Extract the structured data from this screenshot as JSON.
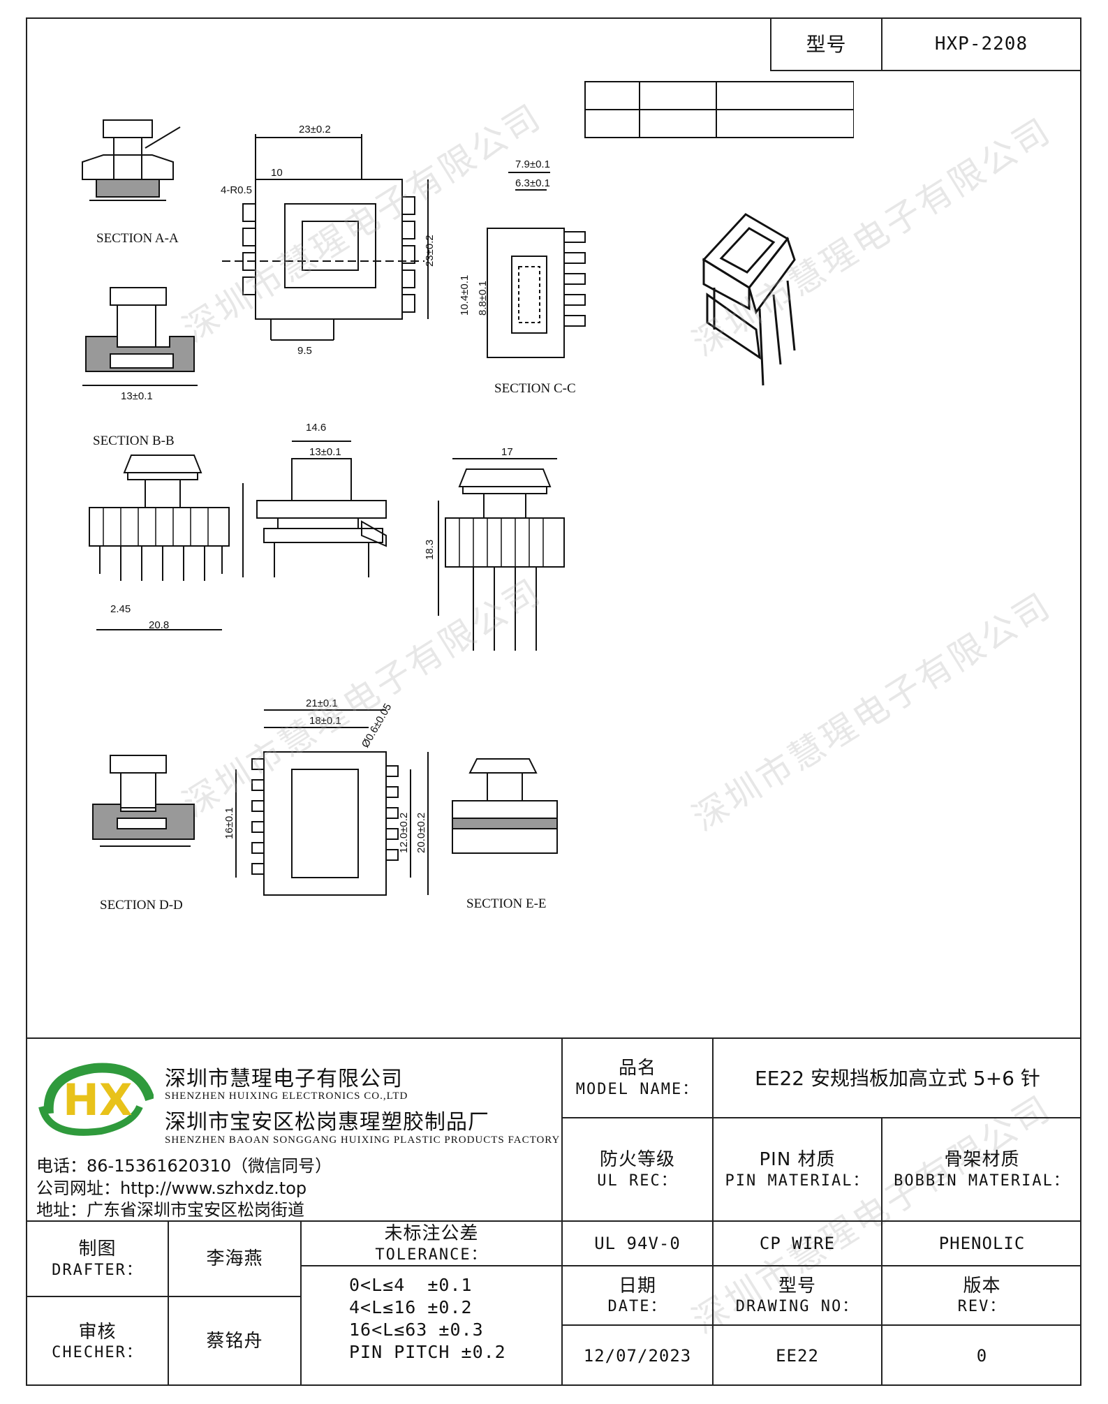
{
  "header": {
    "model_label": "型号",
    "model_value": "HXP-2208"
  },
  "sections": {
    "a": "SECTION A-A",
    "b": "SECTION B-B",
    "c": "SECTION C-C",
    "d": "SECTION D-D",
    "e": "SECTION E-E"
  },
  "dims": {
    "d1": "23±0.2",
    "d2": "10",
    "d3": "4-R0.5",
    "d4": "23±0.2",
    "d5": "9.5",
    "d6": "7.9±0.1",
    "d7": "6.3±0.1",
    "d8": "10.4±0.1",
    "d9": "8.8±0.1",
    "d10": "13±0.1",
    "d11": "14.6",
    "d12": "13±0.1",
    "d13": "17",
    "d14": "18.3",
    "d15": "20.8",
    "d16": "2.45",
    "d17": "21±0.1",
    "d18": "18±0.1",
    "d19": "16±0.1",
    "d20": "12.0±0.2",
    "d21": "20.0±0.2",
    "d22": "Ø0.6±0.05"
  },
  "watermark": "深圳市慧瑆电子有限公司",
  "company": {
    "name_cn": "深圳市慧瑆电子有限公司",
    "name_en": "SHENZHEN HUIXING ELECTRONICS CO.,LTD",
    "factory_cn": "深圳市宝安区松岗惠瑆塑胶制品厂",
    "factory_en": "SHENZHEN BAOAN SONGGANG HUIXING PLASTIC PRODUCTS FACTORY",
    "logo_text": "HX",
    "phone": "电话：86-15361620310（微信同号）",
    "website": "公司网址：http://www.szhxdz.top",
    "address": "地址：广东省深圳市宝安区松岗街道"
  },
  "title_block": {
    "model_name_cn": "品名",
    "model_name_en": "MODEL NAME：",
    "model_name_value": "EE22 安规挡板加高立式 5+6 针",
    "ul_cn": "防火等级",
    "ul_en": "UL REC：",
    "pin_cn": "PIN 材质",
    "pin_en": "PIN MATERIAL：",
    "bobbin_cn": "骨架材质",
    "bobbin_en": "BOBBIN MATERIAL：",
    "ul_value": "UL 94V-0",
    "pin_value": "CP WIRE",
    "bobbin_value": "PHENOLIC",
    "date_cn": "日期",
    "date_en": "DATE：",
    "drawing_cn": "型号",
    "drawing_en": "DRAWING NO：",
    "rev_cn": "版本",
    "rev_en": "REV：",
    "date_value": "12/07/2023",
    "drawing_value": "EE22",
    "rev_value": "0",
    "drafter_cn": "制图",
    "drafter_en": "DRAFTER：",
    "drafter_value": "李海燕",
    "checker_cn": "审核",
    "checker_en": "CHECHER：",
    "checker_value": "蔡铭舟",
    "tolerance_cn": "未标注公差",
    "tolerance_en": "TOLERANCE：",
    "tol1": "0<L≤4  ±0.1",
    "tol2": "4<L≤16 ±0.2",
    "tol3": "16<L≤63 ±0.3",
    "tol4": "PIN PITCH ±0.2"
  },
  "colors": {
    "logo_green": "#2f9a3c",
    "logo_yellow": "#e8c21a",
    "line": "#222222"
  }
}
